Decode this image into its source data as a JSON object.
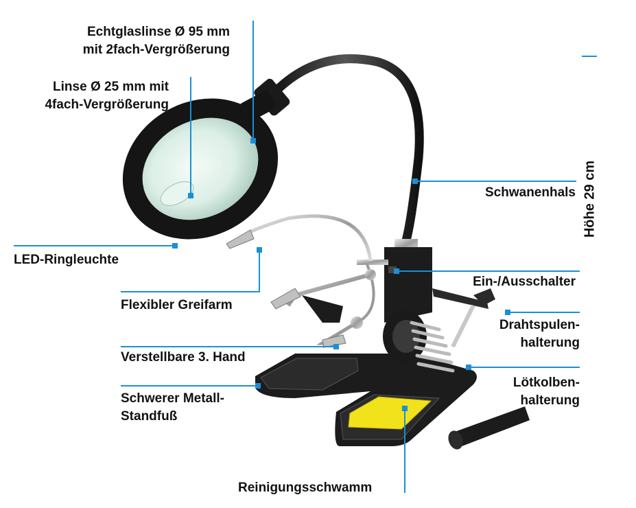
{
  "labels": {
    "echtglaslinse": [
      "Echtglaslinse Ø 95 mm",
      "mit 2fach-Vergrößerung"
    ],
    "linse": [
      "Linse Ø 25 mm mit",
      "4fach-Vergrößerung"
    ],
    "led": "LED-Ringleuchte",
    "greifarm": "Flexibler Greifarm",
    "hand": "Verstellbare 3. Hand",
    "standfuss": [
      "Schwerer Metall-",
      "Standfuß"
    ],
    "schwanenhals": "Schwanenhals",
    "schalter": "Ein-/Ausschalter",
    "drahtspulen": [
      "Drahtspulen-",
      "halterung"
    ],
    "loetkolben": [
      "Lötkolben-",
      "halterung"
    ],
    "schwamm": "Reinigungsschwamm",
    "hoehe": "Höhe 29 cm"
  },
  "colors": {
    "callout": "#1a8fd6",
    "product": "#1c1c1c",
    "sponge": "#f2e21c"
  }
}
